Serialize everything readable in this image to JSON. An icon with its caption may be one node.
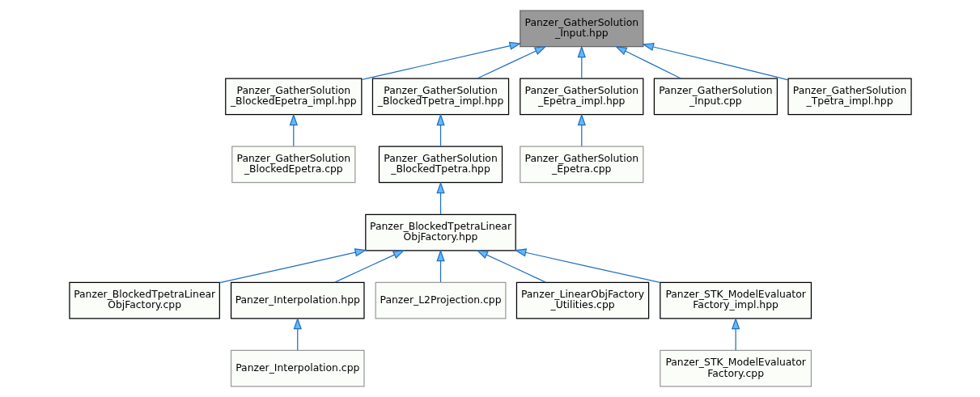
{
  "diagram": {
    "nodes": [
      {
        "text": [
          "Panzer_GatherSolution _Input.hpp"
        ]
      },
      {
        "text": [
          "Panzer_GatherSolution _BlockedEpetra_impl.hpp"
        ]
      },
      {
        "text": [
          "Panzer_GatherSolution _BlockedTpetra_impl.hpp"
        ]
      },
      {
        "text": [
          "Panzer_GatherSolution _Epetra_impl.hpp"
        ]
      },
      {
        "text": [
          "Panzer_GatherSolution _Input.cpp"
        ]
      },
      {
        "text": [
          "Panzer_GatherSolution _Tpetra_impl.hpp"
        ]
      },
      {
        "text": [
          "Panzer_GatherSolution _BlockedEpetra.cpp"
        ]
      },
      {
        "text": [
          "Panzer_GatherSolution _BlockedTpetra.hpp"
        ]
      },
      {
        "text": [
          "Panzer_GatherSolution _Epetra.cpp"
        ]
      },
      {
        "text": [
          "Panzer_BlockedTpetraLinear ObjFactory.hpp"
        ]
      },
      {
        "text": [
          "Panzer_BlockedTpetraLinear ObjFactory.cpp"
        ]
      },
      {
        "text": [
          "Panzer_Interpolation.hpp"
        ]
      },
      {
        "text": [
          "Panzer_L2Projection.cpp"
        ]
      },
      {
        "text": [
          "Panzer_LinearObjFactory _Utilities.cpp"
        ]
      },
      {
        "text": [
          "Panzer_STK_ModelEvaluator Factory_impl.hpp"
        ]
      },
      {
        "text": [
          "Panzer_Interpolation.cpp"
        ]
      },
      {
        "text": [
          "Panzer_STK_ModelEvaluator Factory.cpp"
        ]
      }
    ],
    "edges": [
      {
        "from": 1,
        "to": 0,
        "arrow": "to"
      },
      {
        "from": 2,
        "to": 0,
        "arrow": "to"
      },
      {
        "from": 3,
        "to": 0,
        "arrow": "to"
      },
      {
        "from": 4,
        "to": 0,
        "arrow": "to"
      },
      {
        "from": 5,
        "to": 0,
        "arrow": "to"
      },
      {
        "from": 6,
        "to": 1,
        "arrow": "to"
      },
      {
        "from": 7,
        "to": 2,
        "arrow": "to"
      },
      {
        "from": 8,
        "to": 3,
        "arrow": "to"
      },
      {
        "from": 9,
        "to": 7,
        "arrow": "to"
      },
      {
        "from": 10,
        "to": 9,
        "arrow": "to"
      },
      {
        "from": 11,
        "to": 9,
        "arrow": "to"
      },
      {
        "from": 12,
        "to": 9,
        "arrow": "to"
      },
      {
        "from": 13,
        "to": 9,
        "arrow": "to"
      },
      {
        "from": 14,
        "to": 9,
        "arrow": "to"
      },
      {
        "from": 15,
        "to": 11,
        "arrow": "to"
      },
      {
        "from": 16,
        "to": 14,
        "arrow": "to"
      }
    ]
  }
}
